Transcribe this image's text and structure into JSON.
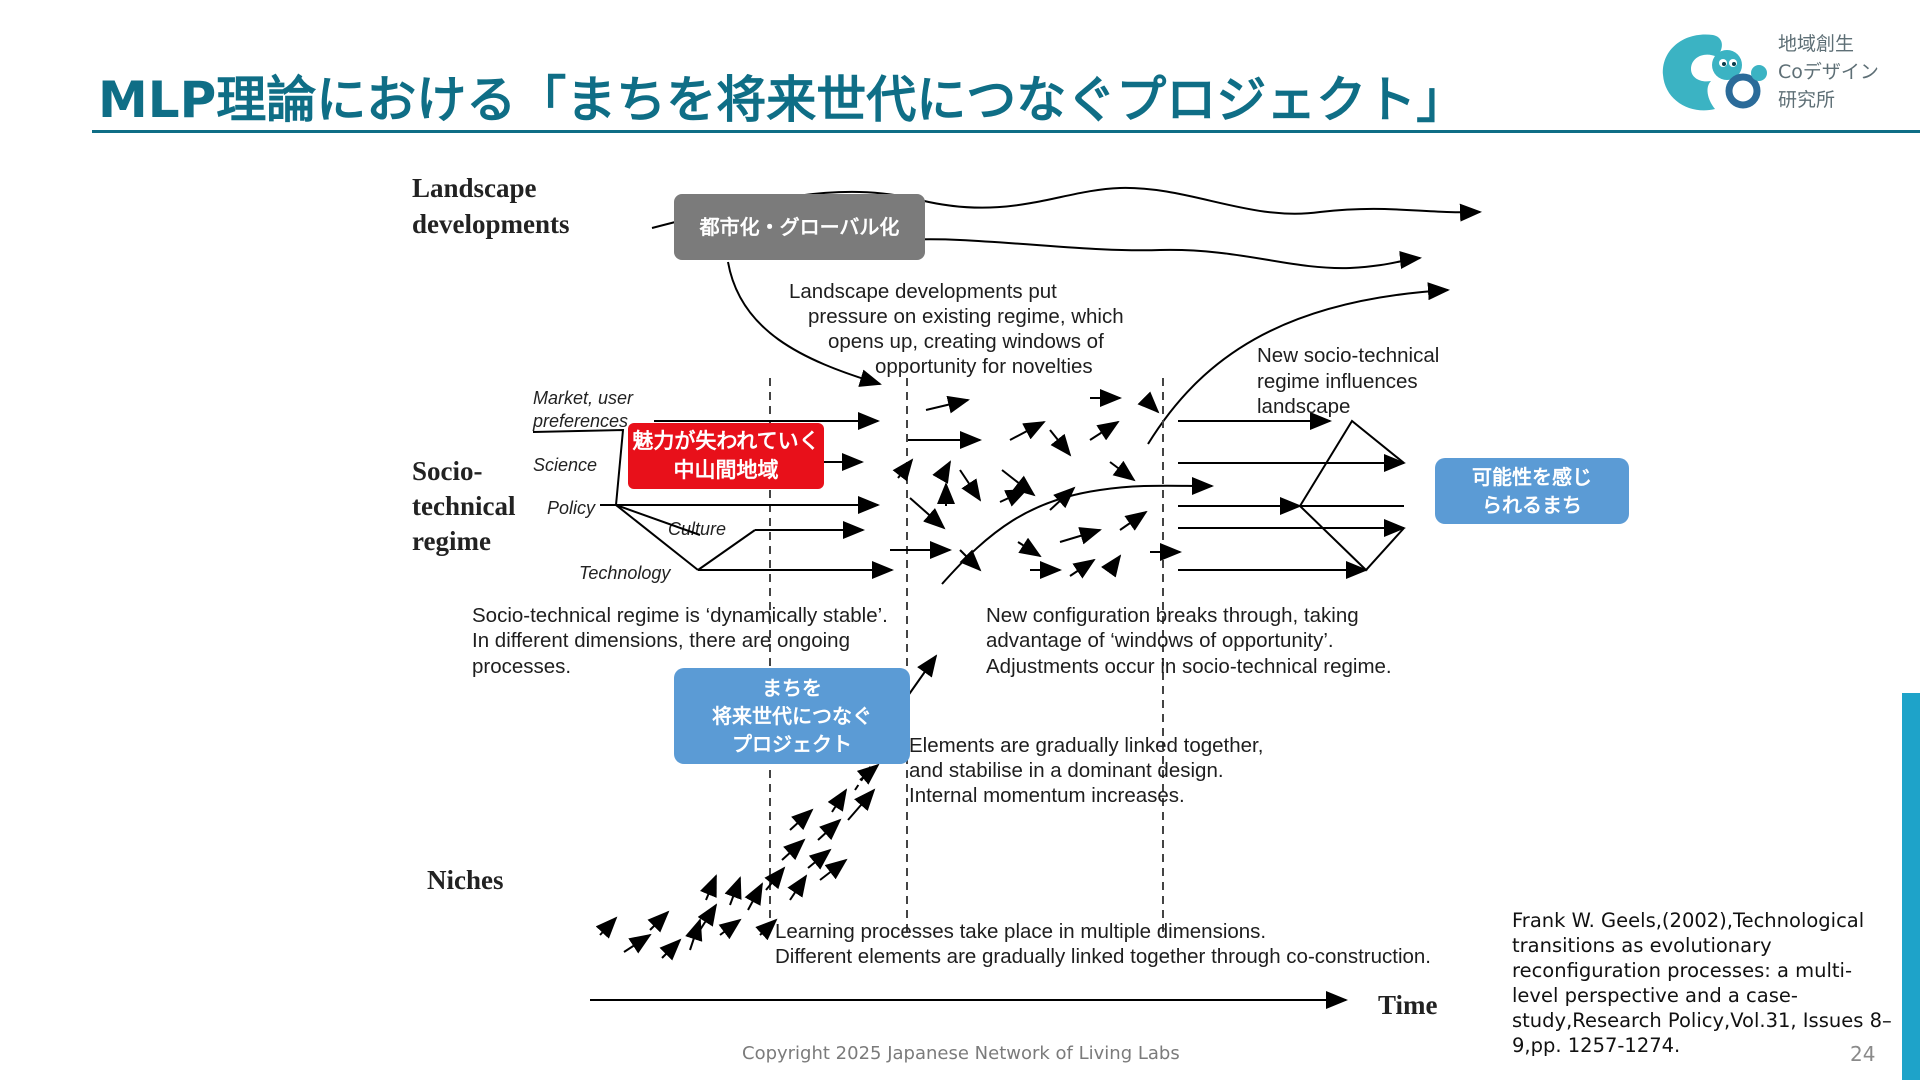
{
  "header": {
    "title": "MLP理論における「まちを将来世代につなぐプロジェクト」",
    "logo_text": [
      "地域創生",
      "Coデザイン",
      "研究所"
    ]
  },
  "figure": {
    "levels": {
      "landscape": [
        "Landscape",
        "developments"
      ],
      "regime": [
        "Socio-",
        "technical",
        "regime"
      ],
      "niches": "Niches",
      "time": "Time"
    },
    "regime_dimensions": [
      "Market, user",
      "preferences",
      "Science",
      "Policy",
      "Culture",
      "Technology"
    ],
    "notes": {
      "landscape_pressure": [
        "Landscape developments put",
        "pressure on existing regime, which",
        "opens up, creating windows of",
        "opportunity for novelties"
      ],
      "new_regime": [
        "New socio-technical",
        "regime influences",
        "landscape"
      ],
      "stable": [
        "Socio-technical regime is ‘dynamically stable’.",
        "In different dimensions, there are ongoing",
        "processes."
      ],
      "breakthrough": [
        "New configuration breaks through, taking",
        "advantage of ‘windows of opportunity’.",
        "Adjustments occur in socio-technical regime."
      ],
      "linked": [
        "Elements are gradually linked together,",
        "and stabilise in a dominant design.",
        "Internal momentum increases."
      ],
      "learning": [
        "Learning processes take place in multiple dimensions.",
        "Different elements are gradually linked together through co-construction."
      ]
    }
  },
  "callouts": {
    "urbanization": "都市化・グローバル化",
    "declining_area": [
      "魅力が失われていく",
      "中山間地域"
    ],
    "project": [
      "まちを",
      "将来世代につなぐ",
      "プロジェクト"
    ],
    "possibility": [
      "可能性を感じ",
      "られるまち"
    ]
  },
  "citation": "Frank W. Geels,(2002),Technological transitions as evolutionary reconfiguration processes: a multi-level perspective and a case-study,Research Policy,Vol.31, Issues 8–9,pp. 1257-1274.",
  "footer": {
    "copyright": "Copyright 2025  Japanese Network of Living Labs",
    "page_number": "24"
  },
  "colors": {
    "title": "#0f6e86",
    "accent_bar": "#1ea3c9",
    "callout_gray": "#7b7b7b",
    "callout_red": "#e8101a",
    "callout_blue": "#5b9bd5"
  }
}
